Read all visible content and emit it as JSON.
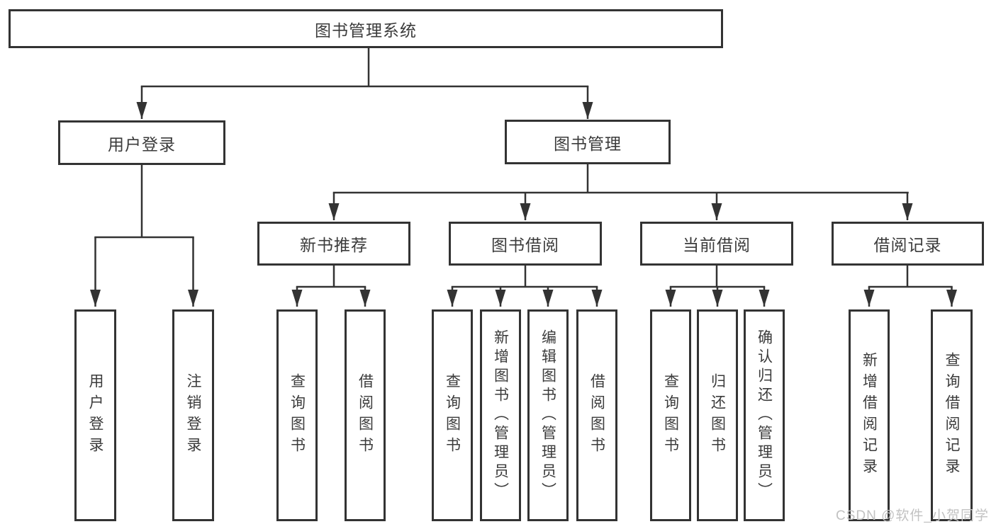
{
  "tree": {
    "root": {
      "label": "图书管理系统"
    },
    "user_login": {
      "label": "用户登录",
      "children": [
        {
          "label": "用户登录"
        },
        {
          "label": "注销登录"
        }
      ]
    },
    "book_management": {
      "label": "图书管理",
      "sections": [
        {
          "label": "新书推荐",
          "children": [
            {
              "label": "查询图书"
            },
            {
              "label": "借阅图书"
            }
          ]
        },
        {
          "label": "图书借阅",
          "children": [
            {
              "label": "查询图书"
            },
            {
              "label": "新增图书（管理员）"
            },
            {
              "label": "编辑图书（管理员）"
            },
            {
              "label": "借阅图书"
            }
          ]
        },
        {
          "label": "当前借阅",
          "children": [
            {
              "label": "查询图书"
            },
            {
              "label": "归还图书"
            },
            {
              "label": "确认归还（管理员）"
            }
          ]
        },
        {
          "label": "借阅记录",
          "children": [
            {
              "label": "新增借阅记录"
            },
            {
              "label": "查询借阅记录"
            }
          ]
        }
      ]
    }
  },
  "watermark": "CSDN @软件_小贺同学",
  "colors": {
    "line": "#333333",
    "box_border": "#333333",
    "text": "#3b3b3b",
    "background": "#ffffff",
    "watermark": "#c2c2c2"
  }
}
